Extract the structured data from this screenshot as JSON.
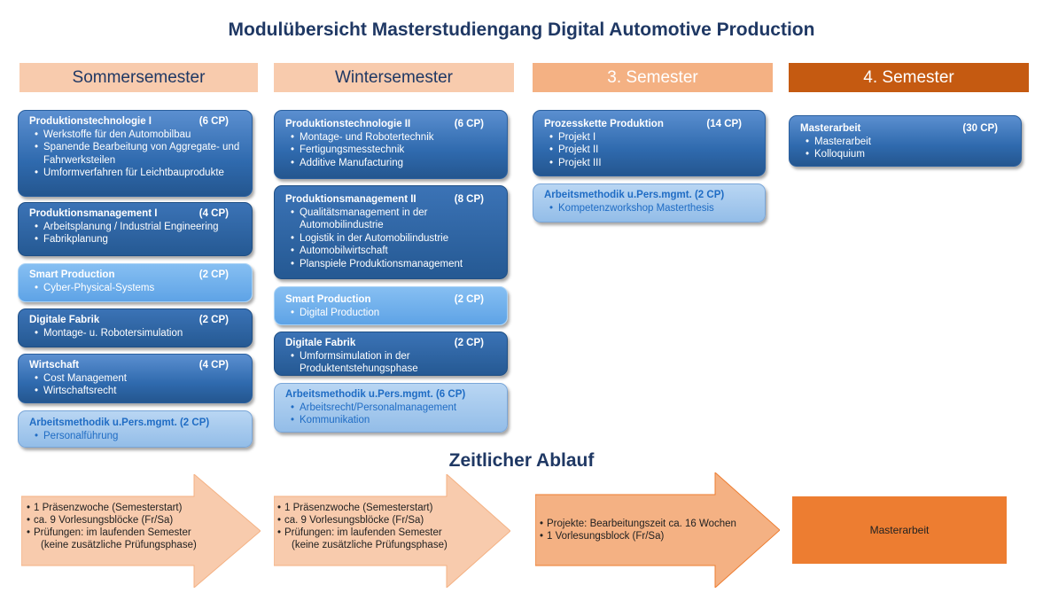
{
  "title": "Modulübersicht Masterstudiengang Digital Automotive Production",
  "timeline_title": "Zeitlicher Ablauf",
  "colors": {
    "title": "#1f3864",
    "header_light": "#f8cbad",
    "header_mid": "#f4b183",
    "header_dark": "#c55a11",
    "arrow_light": "#f8cbad",
    "arrow_mid": "#f4b183",
    "box_orange": "#ed7d31"
  },
  "columns": [
    {
      "header": "Sommersemester",
      "modules": [
        {
          "name": "Produktionstechnologie I",
          "cp": "(6 CP)",
          "items": [
            "Werkstoffe für den Automobilbau",
            "Spanende Bearbeitung von Aggregate- und Fahrwerksteilen",
            "Umformverfahren für Leichtbauprodukte"
          ]
        },
        {
          "name": "Produktionsmanagement I",
          "cp": "(4 CP)",
          "items": [
            "Arbeitsplanung / Industrial Engineering",
            "Fabrikplanung"
          ]
        },
        {
          "name": "Smart Production",
          "cp": "(2 CP)",
          "items": [
            "Cyber-Physical-Systems"
          ]
        },
        {
          "name": "Digitale Fabrik",
          "cp": "(2 CP)",
          "items": [
            "Montage- u. Robotersimulation"
          ]
        },
        {
          "name": "Wirtschaft",
          "cp": "(4 CP)",
          "items": [
            "Cost Management",
            "Wirtschaftsrecht"
          ]
        },
        {
          "name": "Arbeitsmethodik u.Pers.mgmt. (2 CP)",
          "cp": "",
          "items": [
            "Personalführung"
          ]
        }
      ]
    },
    {
      "header": "Wintersemester",
      "modules": [
        {
          "name": "Produktionstechnologie II",
          "cp": "(6 CP)",
          "items": [
            "Montage- und Robotertechnik",
            "Fertigungsmesstechnik",
            "Additive Manufacturing"
          ]
        },
        {
          "name": "Produktionsmanagement II",
          "cp": "(8 CP)",
          "items": [
            "Qualitätsmanagement in der Automobilindustrie",
            "Logistik in der Automobilindustrie",
            "Automobilwirtschaft",
            "Planspiele Produktionsmanagement"
          ]
        },
        {
          "name": "Smart Production",
          "cp": "(2 CP)",
          "items": [
            "Digital Production"
          ]
        },
        {
          "name": "Digitale Fabrik",
          "cp": "(2 CP)",
          "items": [
            "Umformsimulation in der Produktentstehungsphase"
          ]
        },
        {
          "name": "Arbeitsmethodik u.Pers.mgmt. (6 CP)",
          "cp": "",
          "items": [
            "Arbeitsrecht/Personalmanagement",
            "Kommunikation"
          ]
        }
      ]
    },
    {
      "header": "3. Semester",
      "modules": [
        {
          "name": "Prozesskette Produktion",
          "cp": "(14 CP)",
          "items": [
            "Projekt I",
            "Projekt II",
            "Projekt III"
          ]
        },
        {
          "name": "Arbeitsmethodik u.Pers.mgmt. (2 CP)",
          "cp": "",
          "items": [
            "Kompetenzworkshop Masterthesis"
          ]
        }
      ]
    },
    {
      "header": "4. Semester",
      "modules": [
        {
          "name": "Masterarbeit",
          "cp": "(30 CP)",
          "items": [
            "Masterarbeit",
            "Kolloquium"
          ]
        }
      ]
    }
  ],
  "timeline": [
    {
      "lines": [
        "1 Präsenzwoche (Semesterstart)",
        "ca. 9 Vorlesungsblöcke (Fr/Sa)",
        "Prüfungen: im laufenden Semester",
        "(keine zusätzliche Prüfungsphase)"
      ]
    },
    {
      "lines": [
        "1 Präsenzwoche (Semesterstart)",
        "ca. 9 Vorlesungsblöcke (Fr/Sa)",
        "Prüfungen: im laufenden Semester",
        "(keine zusätzliche Prüfungsphase)"
      ]
    },
    {
      "lines": [
        "Projekte: Bearbeitungszeit ca. 16 Wochen",
        "1 Vorlesungsblock (Fr/Sa)"
      ]
    },
    {
      "label": "Masterarbeit"
    }
  ]
}
